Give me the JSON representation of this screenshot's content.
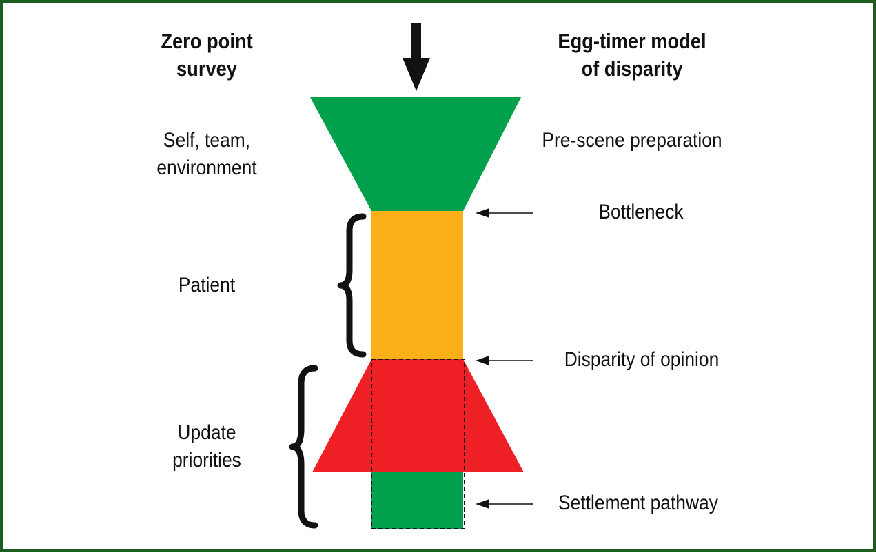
{
  "headings": {
    "left": [
      "Zero point",
      "survey"
    ],
    "right": [
      "Egg-timer model",
      "of disparity"
    ]
  },
  "left_labels": {
    "self_team": [
      "Self, team,",
      "environment"
    ],
    "patient": "Patient",
    "update": [
      "Update",
      "priorities"
    ]
  },
  "right_labels": {
    "prescene": "Pre-scene preparation",
    "bottleneck": "Bottleneck",
    "disparity": "Disparity of opinion",
    "settlement": "Settlement pathway"
  },
  "colors": {
    "border": "#1a5e20",
    "green": "#00a04c",
    "amber": "#fbb01a",
    "red": "#ee1f25",
    "black": "#111111"
  }
}
